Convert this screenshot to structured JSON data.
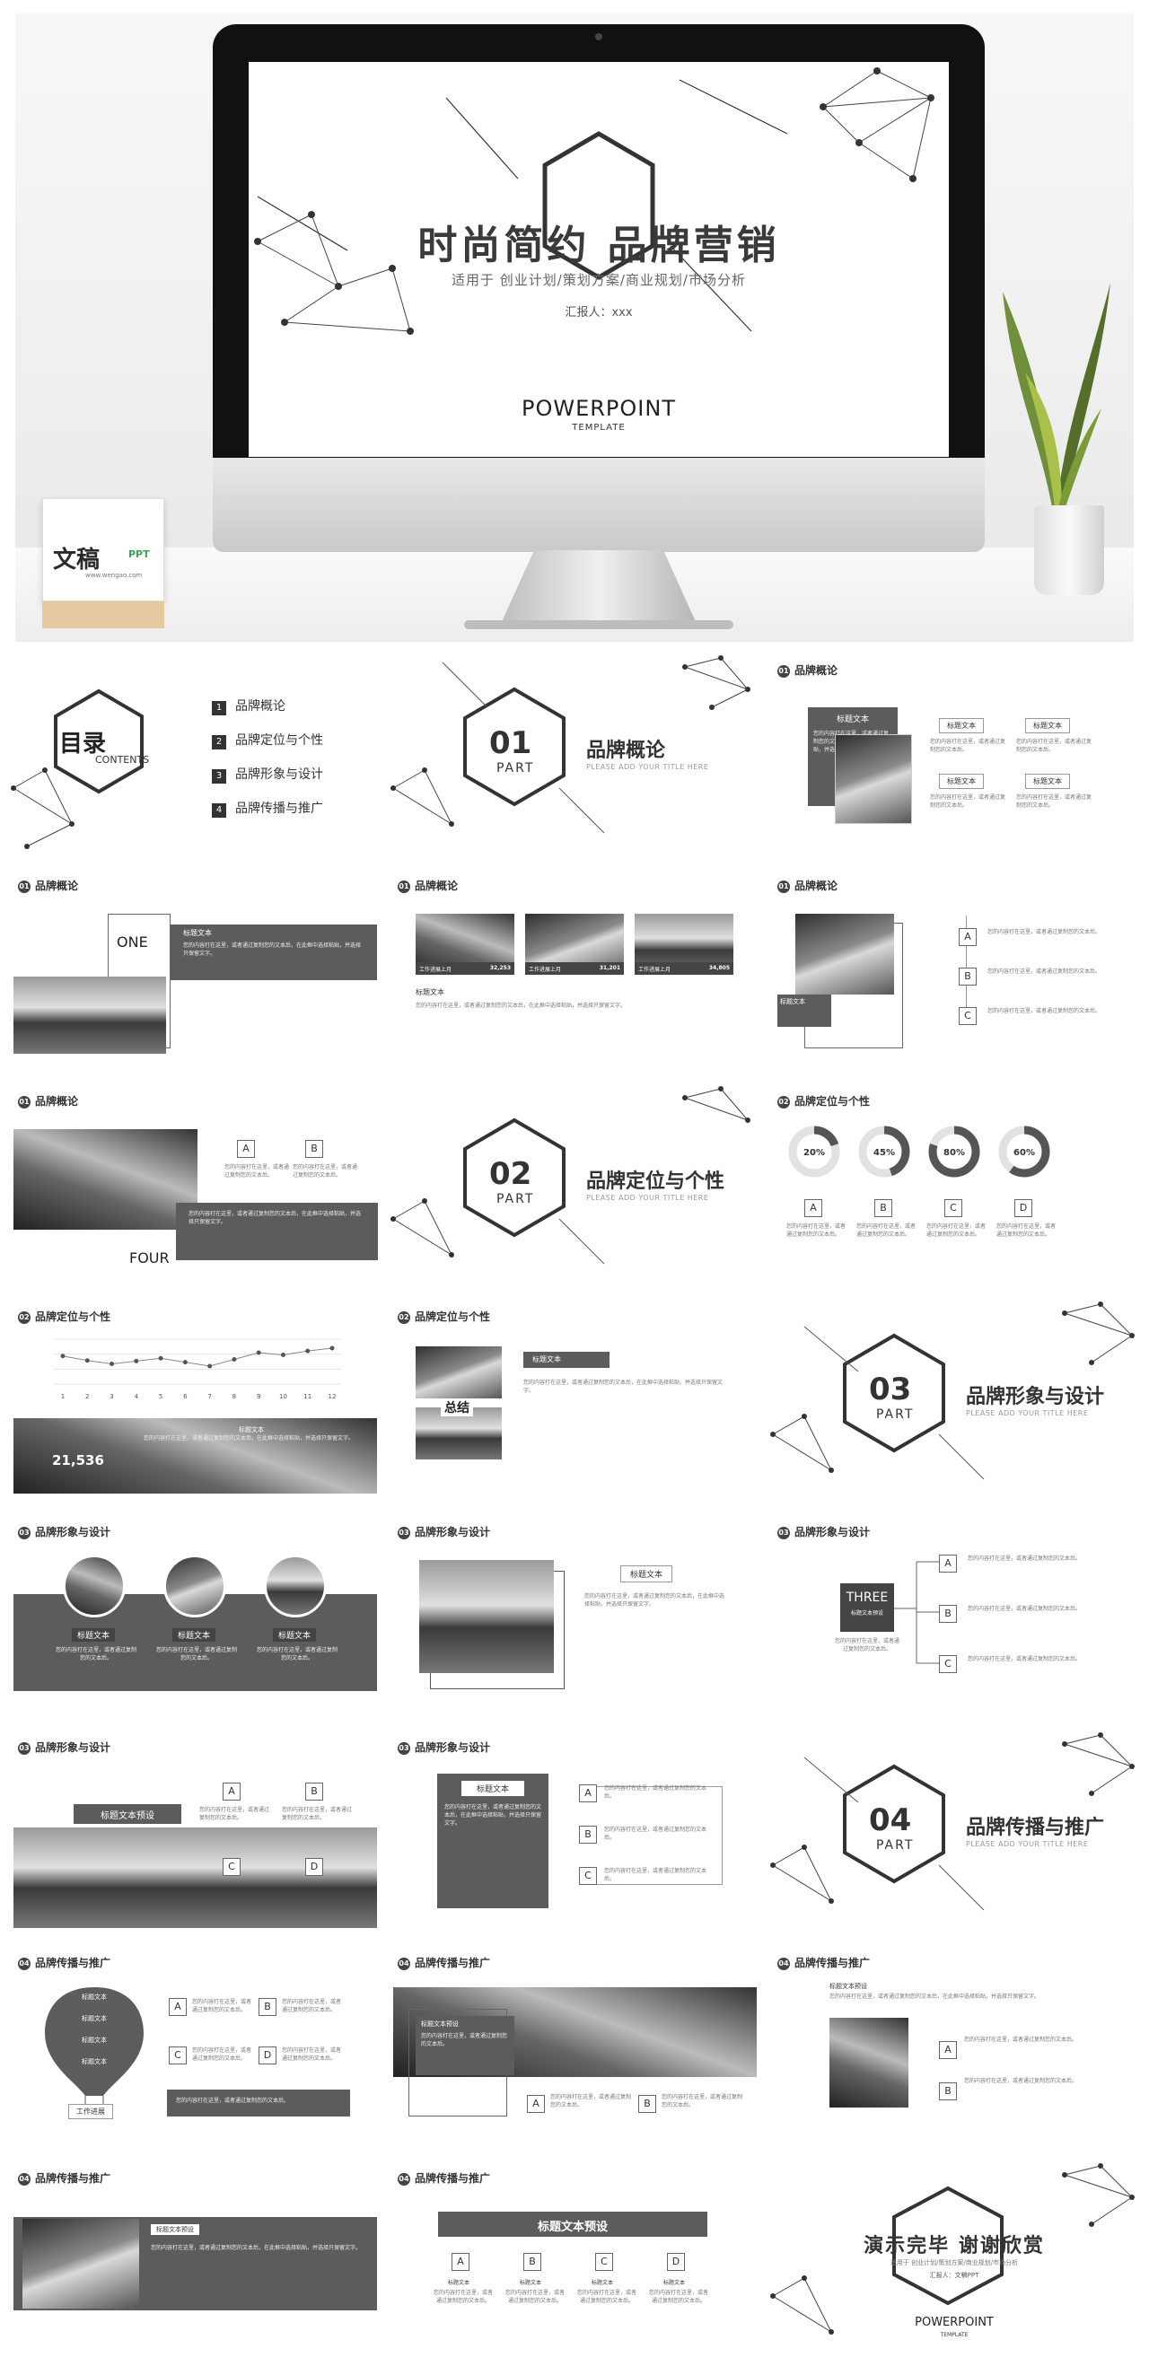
{
  "hero": {
    "title": "时尚简约 品牌营销",
    "subtitle": "适用于 创业计划/策划方案/商业规划/市场分析",
    "reporter": "汇报人：xxx",
    "powerpoint": "POWERPOINT",
    "template": "TEMPLATE",
    "brand_cn": "文稿",
    "brand_ppt": "PPT",
    "brand_url": "www.wengao.com"
  },
  "toc": {
    "title": "目录",
    "contents": "CONTENTS",
    "items": [
      {
        "num": "1",
        "label": "品牌概论"
      },
      {
        "num": "2",
        "label": "品牌定位与个性"
      },
      {
        "num": "3",
        "label": "品牌形象与设计"
      },
      {
        "num": "4",
        "label": "品牌传播与推广"
      }
    ]
  },
  "parts": [
    {
      "num": "01",
      "word": "PART",
      "title": "品牌概论",
      "sub": "PLEASE ADD YOUR TITLE HERE"
    },
    {
      "num": "02",
      "word": "PART",
      "title": "品牌定位与个性",
      "sub": "PLEASE ADD YOUR TITLE HERE"
    },
    {
      "num": "03",
      "word": "PART",
      "title": "品牌形象与设计",
      "sub": "PLEASE ADD YOUR TITLE HERE"
    },
    {
      "num": "04",
      "word": "PART",
      "title": "品牌传播与推广",
      "sub": "PLEASE ADD YOUR TITLE HERE"
    }
  ],
  "sections": {
    "s1": "品牌概论",
    "s2": "品牌定位与个性",
    "s3": "品牌形象与设计",
    "s4": "品牌传播与推广"
  },
  "common": {
    "title_text": "标题文本",
    "title_preset": "标题文本预设",
    "work_progress": "工作进展",
    "one": "ONE",
    "four": "FOUR",
    "three": "THREE",
    "summary": "总结",
    "work_item": "工作进展上月",
    "a": "A",
    "b": "B",
    "c": "C",
    "d": "D",
    "para": "您的内容打在这里，或者通过复制您的文本后，在此框中选择粘贴，并选择只保留文字。",
    "para_short": "您的内容打在这里，或者通过复制您的文本后。"
  },
  "stats": {
    "v1": "32,253",
    "v2": "31,201",
    "v3": "34,805",
    "big": "21,536"
  },
  "donuts": [
    {
      "label": "A",
      "value": 20,
      "text": "20%"
    },
    {
      "label": "B",
      "value": 45,
      "text": "45%"
    },
    {
      "label": "C",
      "value": 80,
      "text": "80%"
    },
    {
      "label": "D",
      "value": 60,
      "text": "60%"
    }
  ],
  "line_chart": {
    "x": [
      "1",
      "2",
      "3",
      "4",
      "5",
      "6",
      "7",
      "8",
      "9",
      "10",
      "11",
      "12"
    ],
    "values": [
      5.0,
      4.2,
      3.6,
      4.1,
      4.6,
      3.9,
      3.2,
      4.4,
      5.6,
      5.2,
      5.9,
      6.4
    ]
  },
  "ending": {
    "title": "演示完毕 谢谢欣赏",
    "subtitle": "适用于 创业计划/策划方案/商业规划/市场分析",
    "reporter": "汇报人：文稿PPT",
    "powerpoint": "POWERPOINT",
    "template": "TEMPLATE"
  },
  "colors": {
    "dark": "#444444",
    "gray": "#5c5c5c",
    "line": "#555555"
  }
}
